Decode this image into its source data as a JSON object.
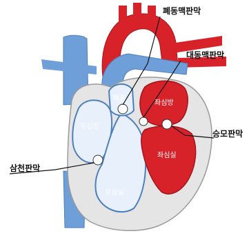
{
  "labels": {
    "pulmonary_valve": "폐동맥판막",
    "aortic_valve": "대동맥판막",
    "mitral_valve": "승모판막",
    "tricuspid_valve": "삼천판막",
    "left_atrium": "좌심방",
    "left_ventricle": "좌심실",
    "right_atrium": "우심방",
    "right_ventricle": "우심실",
    "pulmonary_artery_inner": "폐동"
  },
  "colors": {
    "oxygenated": "#d8222a",
    "deoxygenated": "#6f9fd8",
    "chamber_light": "#e7f0fb",
    "myocardium": "#e5e5e5"
  }
}
